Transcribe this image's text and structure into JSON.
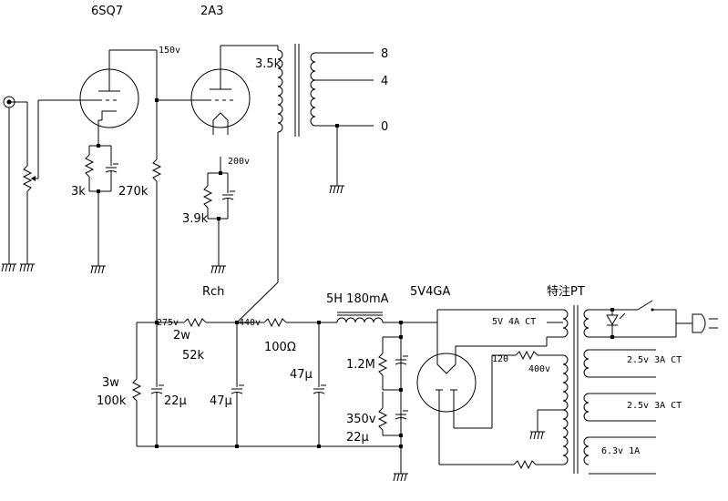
{
  "tubes": {
    "driver": "6SQ7",
    "output": "2A3",
    "rectifier": "5V4GA"
  },
  "labels": {
    "b_150v": "150v",
    "b_200v": "200v",
    "b_275v": "275v",
    "b_440v": "440v",
    "r_3k": "3k",
    "r_270k": "270k",
    "r_3_9k": "3.9k",
    "opt_3_5k": "3.5k",
    "tap_8": "8",
    "tap_4": "4",
    "tap_0": "0",
    "rch": "Rch",
    "r_2w": "2w",
    "r_52k": "52k",
    "r_100ohm": "100Ω",
    "choke": "5H 180mA",
    "r_3w": "3w",
    "r_100k": "100k",
    "c_22u_a": "22μ",
    "c_47u_a": "47μ",
    "c_47u_b": "47μ",
    "r_1_2m": "1.2M",
    "c_350v": "350v",
    "c_22u_b": "22μ",
    "pt": "特注PT",
    "w_5v": "5V 4A CT",
    "w_120": "120",
    "w_400v": "400v",
    "w_2_5v_a": "2.5v 3A CT",
    "w_2_5v_b": "2.5v 3A CT",
    "w_6_3v": "6.3v 1A"
  }
}
